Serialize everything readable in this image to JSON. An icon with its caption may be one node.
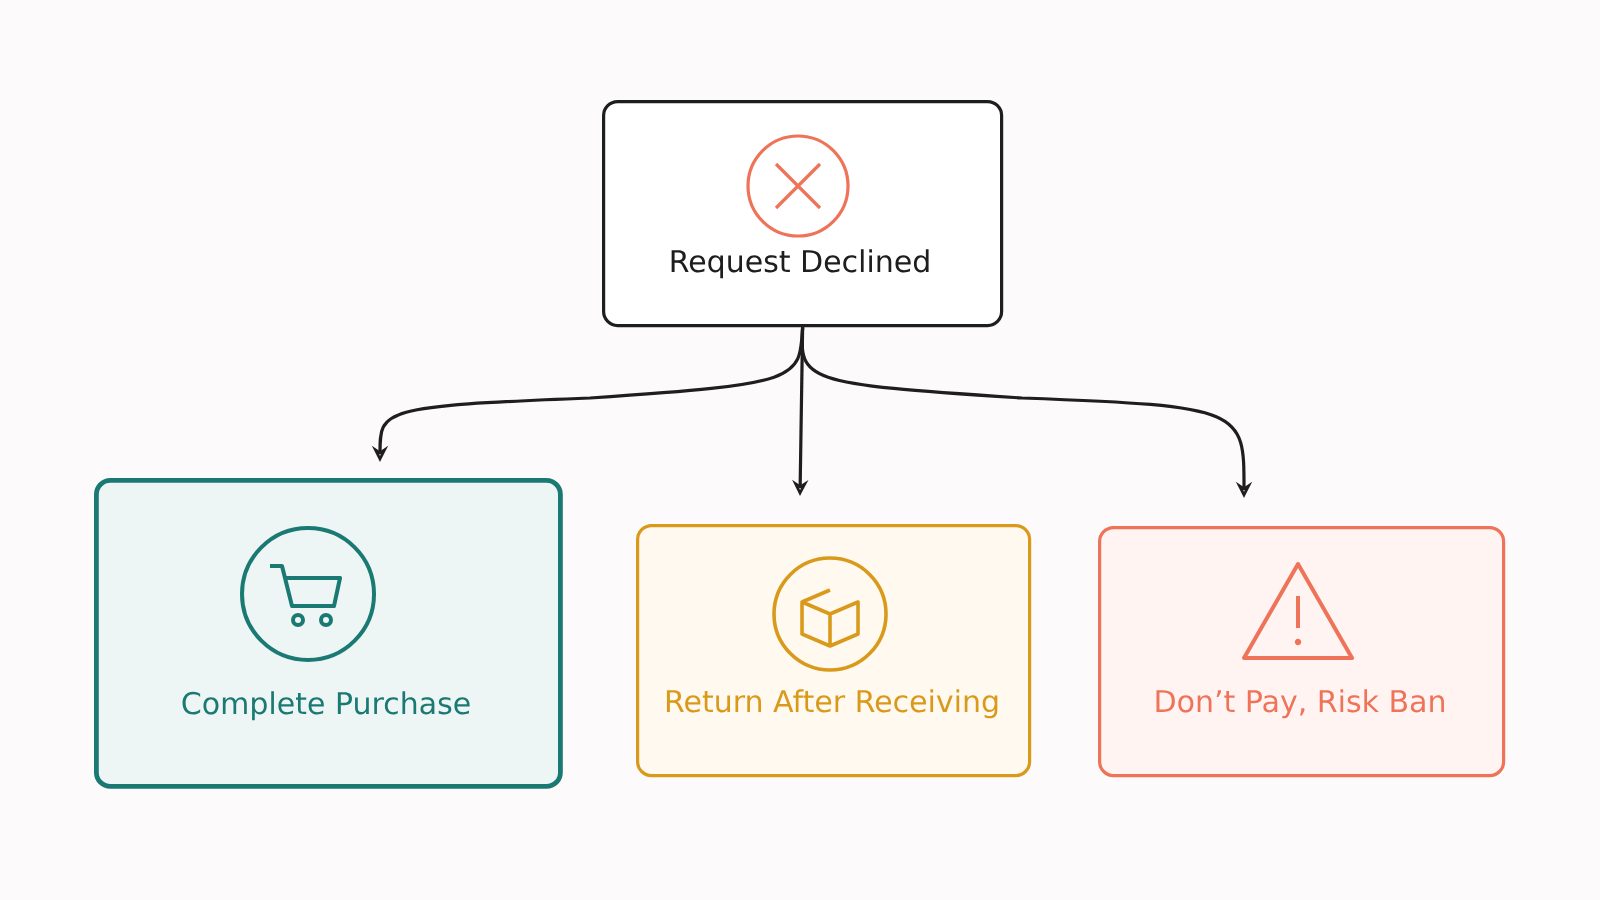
{
  "diagram": {
    "nodes": [
      {
        "text": [
          "Request Declined"
        ]
      },
      {
        "text": [
          "Complete Purchase"
        ]
      },
      {
        "text": [
          "Return After Receiving"
        ]
      },
      {
        "text": [
          "Don’t Pay, Risk Ban"
        ]
      }
    ],
    "edges": [
      {
        "from": 0,
        "to": 1,
        "arrow": "to"
      },
      {
        "from": 0,
        "to": 2,
        "arrow": "to"
      },
      {
        "from": 0,
        "to": 3,
        "arrow": "to"
      }
    ]
  }
}
